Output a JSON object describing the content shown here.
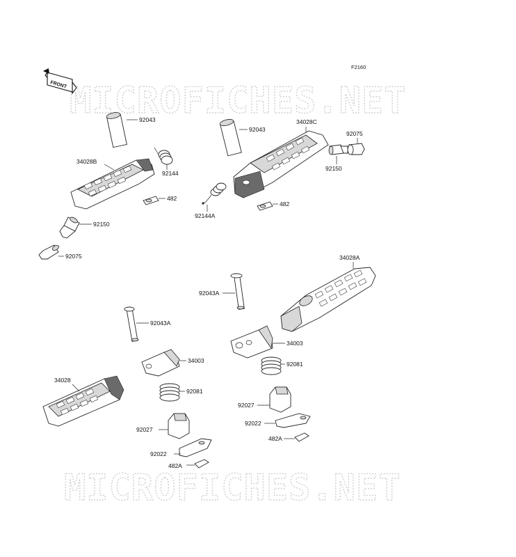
{
  "diagram": {
    "code": "F2160",
    "front_label": "FRONT",
    "watermark": "MICROFICHES.NET",
    "parts": {
      "p1": "92043",
      "p2": "34028B",
      "p3": "92144",
      "p4": "482",
      "p5": "92150",
      "p6": "92075",
      "p7": "92043",
      "p8": "34028C",
      "p9": "92075",
      "p10": "92150",
      "p11": "92144A",
      "p12": "482",
      "p13": "34028A",
      "p14": "92043A",
      "p15": "34003",
      "p16": "92081",
      "p17": "92027",
      "p18": "92022",
      "p19": "482A",
      "p20": "92043A",
      "p21": "34003",
      "p22": "34028",
      "p23": "92081",
      "p24": "92027",
      "p25": "92022",
      "p26": "482A"
    }
  }
}
